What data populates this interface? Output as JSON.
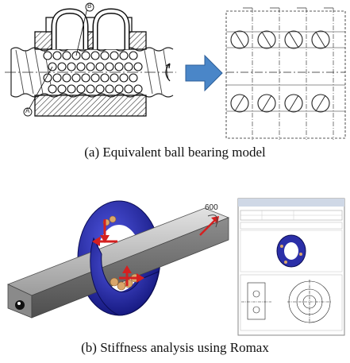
{
  "panel_a": {
    "caption": "(a) Equivalent ball bearing model",
    "callouts": {
      "top": "B",
      "bottom": "A"
    }
  },
  "panel_b": {
    "caption": "(b) Stiffness analysis using Romax",
    "torque_readout": "600"
  },
  "colors": {
    "hatch": "#1a1a1a",
    "arrow_blue": "#4a86c8",
    "bearing_blue": "#2b2fa8",
    "shaft_gray": "#9a9a9a",
    "force_red": "#d42020",
    "ball_tan": "#d9a66a"
  }
}
